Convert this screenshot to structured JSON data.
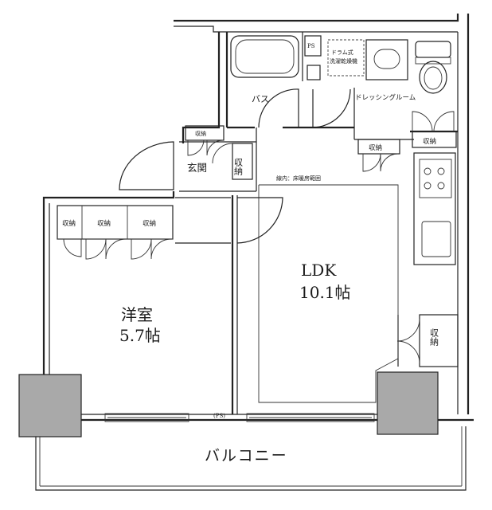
{
  "rooms": {
    "western": {
      "name": "洋室",
      "size": "5.7帖"
    },
    "ldk": {
      "name": "LDK",
      "size": "10.1帖"
    },
    "bath": "バス",
    "dressing": "ドレッシングルーム",
    "entrance": "玄関",
    "balcony": "バルコニー"
  },
  "labels": {
    "storage": "収納",
    "ps": "PS",
    "ps_paren": "(PS)",
    "washer_line1": "ドラム式",
    "washer_line2": "洗濯乾燥機",
    "floor_heating": "線内：床暖房範囲"
  },
  "colors": {
    "wall": "#222222",
    "column": "#a9a9a9",
    "background": "#ffffff"
  }
}
